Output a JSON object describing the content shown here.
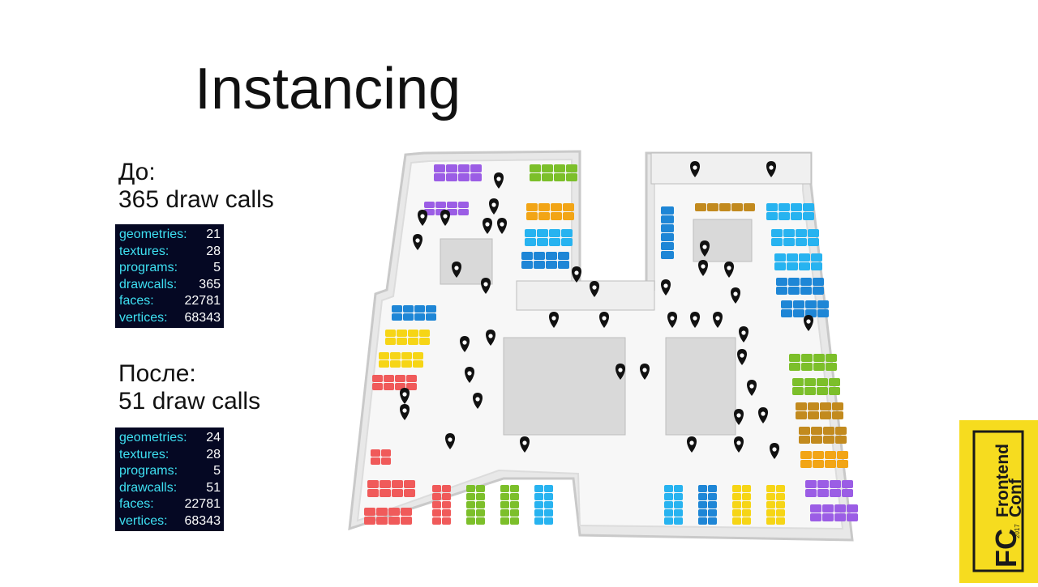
{
  "slide": {
    "title": "Instancing",
    "before": {
      "heading": "До:",
      "calls": "365 draw calls",
      "stats": [
        {
          "key": "geometries:",
          "value": "21"
        },
        {
          "key": "textures:",
          "value": "28"
        },
        {
          "key": "programs:",
          "value": "5"
        },
        {
          "key": "drawcalls:",
          "value": "365"
        },
        {
          "key": "faces:",
          "value": "22781"
        },
        {
          "key": "vertices:",
          "value": "68343"
        }
      ]
    },
    "after": {
      "heading": "После:",
      "calls": "51 draw calls",
      "stats": [
        {
          "key": "geometries:",
          "value": "24"
        },
        {
          "key": "textures:",
          "value": "28"
        },
        {
          "key": "programs:",
          "value": "5"
        },
        {
          "key": "drawcalls:",
          "value": "51"
        },
        {
          "key": "faces:",
          "value": "22781"
        },
        {
          "key": "vertices:",
          "value": "68343"
        }
      ]
    },
    "logo": {
      "mark": "FC",
      "name_line1": "Frontend",
      "name_line2": "Conf",
      "year": "2017",
      "color": "#f6dc1f"
    },
    "colors": {
      "stats_bg": "#050823",
      "stats_key": "#3ee0f2",
      "purple": "#9b5de5",
      "green": "#7cbf2a",
      "orange": "#f2a516",
      "blue": "#1e86d6",
      "lightblue": "#27b3f0",
      "yellow": "#f6d516",
      "red": "#f05a5a",
      "brown": "#c28a1e"
    }
  }
}
